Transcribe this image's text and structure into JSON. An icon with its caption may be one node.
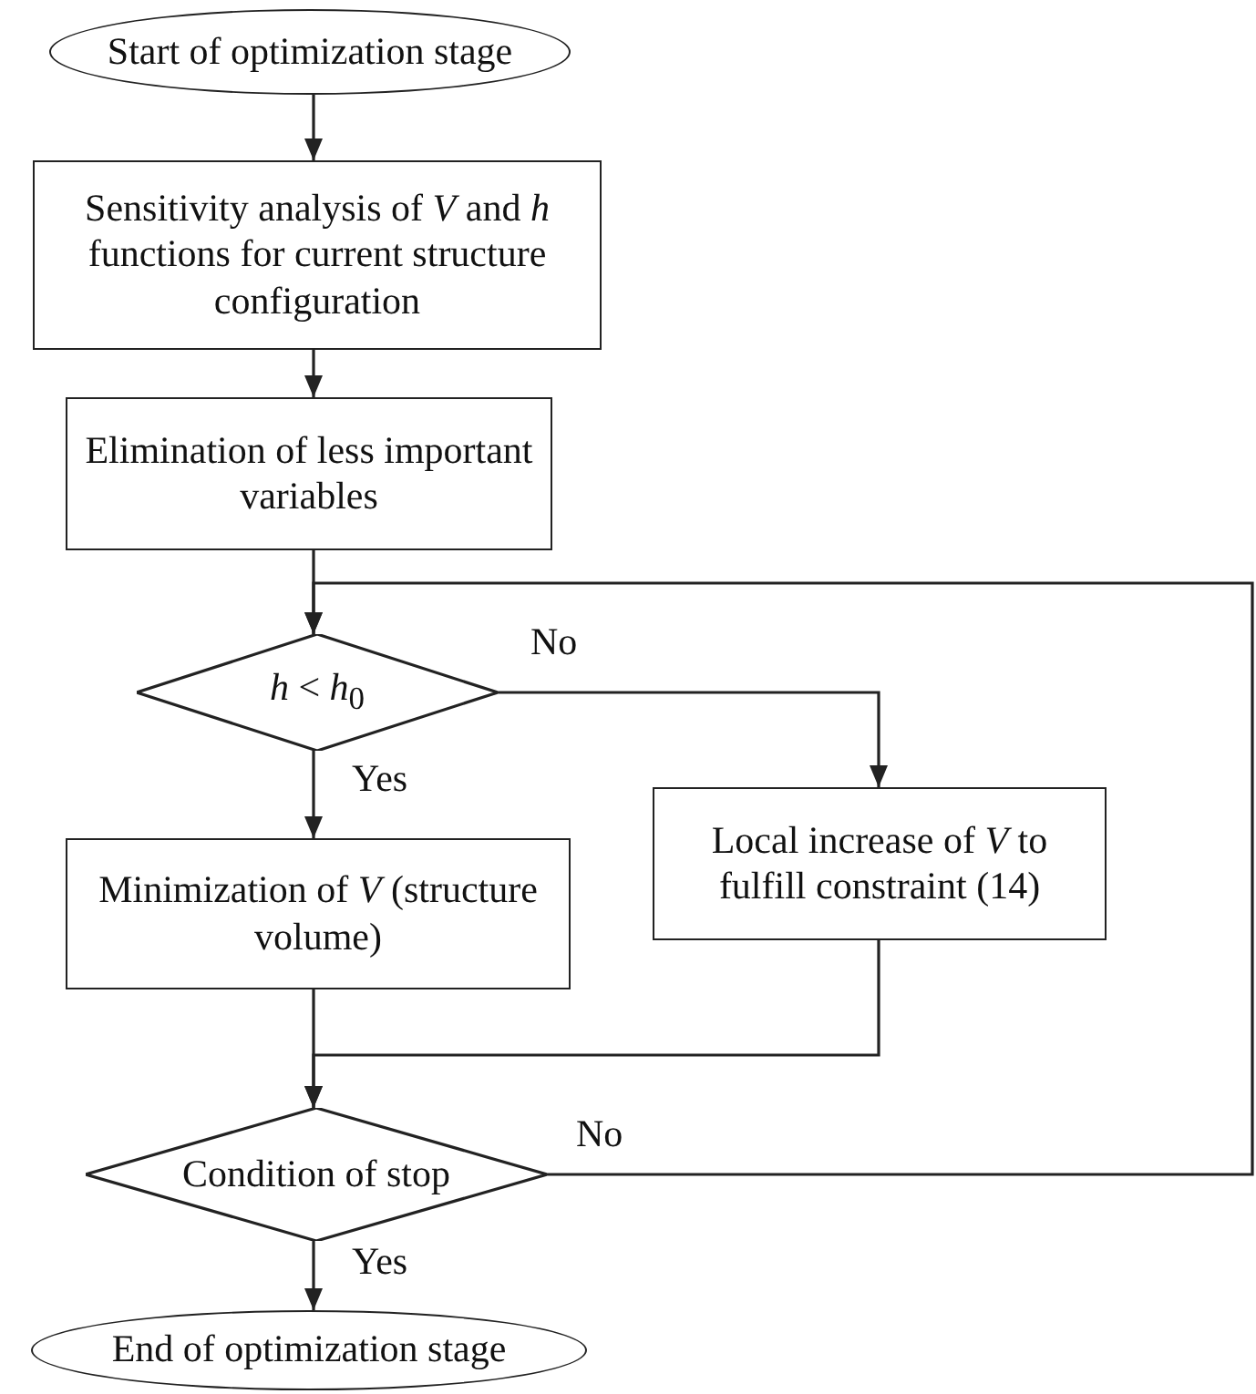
{
  "diagram": {
    "nodes": [
      {
        "text": [
          "Start of optimization stage"
        ]
      },
      {
        "text": [
          "Sensitivity analysis of *V* and *h* functions for current structure configuration"
        ]
      },
      {
        "text": [
          "Elimination of less important variables"
        ]
      },
      {
        "text": [
          "*h* < *h*$_{0}$"
        ]
      },
      {
        "text": [
          "Local increase of *V* to fulfill constraint (14)"
        ]
      },
      {
        "text": [
          "Minimization of *V* (structure volume)"
        ]
      },
      {
        "text": [
          "Condition of stop"
        ]
      },
      {
        "text": [
          "End of optimization stage"
        ]
      }
    ],
    "edges": [
      {
        "from": 0,
        "to": 1,
        "arrow": "to"
      },
      {
        "from": 1,
        "to": 2,
        "arrow": "to"
      },
      {
        "from": 2,
        "to": 3,
        "arrow": "to"
      },
      {
        "from": 3,
        "to": 4,
        "arrow": "to",
        "label": "No"
      },
      {
        "from": 3,
        "to": 5,
        "arrow": "to",
        "label": "Yes"
      },
      {
        "from": 5,
        "to": 6,
        "arrow": "to"
      },
      {
        "from": 4,
        "to": 6,
        "arrow": "to"
      },
      {
        "from": 6,
        "to": 3,
        "arrow": "to",
        "label": "No"
      },
      {
        "from": 6,
        "to": 7,
        "arrow": "to",
        "label": "Yes"
      }
    ]
  }
}
